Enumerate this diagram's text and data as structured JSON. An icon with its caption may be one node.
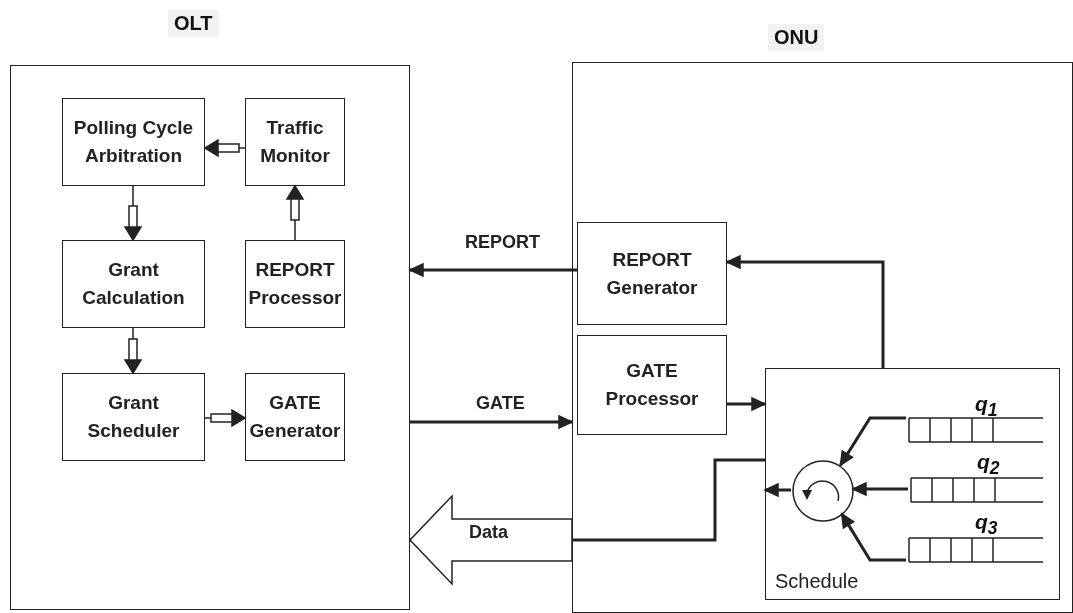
{
  "diagram": {
    "nodes": [
      {
        "text": [
          "OLT"
        ]
      },
      {
        "text": [
          "Polling Cycle Arbitration"
        ],
        "in": 0
      },
      {
        "text": [
          "Traffic Monitor"
        ],
        "in": 0
      },
      {
        "text": [
          "Grant Calculation"
        ],
        "in": 0
      },
      {
        "text": [
          "REPORT Processor"
        ],
        "in": 0
      },
      {
        "text": [
          "Grant Scheduler"
        ],
        "in": 0
      },
      {
        "text": [
          "GATE Generator"
        ],
        "in": 0
      },
      {
        "text": [
          "ONU"
        ]
      },
      {
        "text": [
          "REPORT Generator"
        ],
        "in": 7
      },
      {
        "text": [
          "GATE Processor"
        ],
        "in": 7
      },
      {
        "text": [
          "Schedule"
        ],
        "in": 7
      },
      {
        "text": [],
        "shape": "circle",
        "in": 10
      },
      {
        "text": [
          "q$_{1}$"
        ],
        "in": 10
      },
      {
        "text": [
          "q$_{2}$"
        ],
        "in": 10
      },
      {
        "text": [
          "q$_{3}$"
        ],
        "in": 10
      }
    ],
    "edges": [
      {
        "from": 2,
        "to": 1,
        "arrow": "to"
      },
      {
        "from": 1,
        "to": 3,
        "arrow": "to"
      },
      {
        "from": 4,
        "to": 2,
        "arrow": "to"
      },
      {
        "from": 3,
        "to": 5,
        "arrow": "to"
      },
      {
        "from": 5,
        "to": 6,
        "arrow": "to"
      },
      {
        "from": 8,
        "to": 0,
        "arrow": "to",
        "label": "REPORT"
      },
      {
        "from": 0,
        "to": 7,
        "arrow": "to",
        "label": "GATE"
      },
      {
        "from": 9,
        "to": 10,
        "arrow": "to"
      },
      {
        "from": 10,
        "to": 8,
        "arrow": "to"
      },
      {
        "from": 12,
        "to": 11,
        "arrow": "to"
      },
      {
        "from": 13,
        "to": 11,
        "arrow": "to"
      },
      {
        "from": 14,
        "to": 11,
        "arrow": "to"
      },
      {
        "from": 11,
        "to": 10,
        "arrow": "to"
      },
      {
        "from": 10,
        "to": 0,
        "arrow": "to",
        "label": "Data"
      }
    ]
  }
}
